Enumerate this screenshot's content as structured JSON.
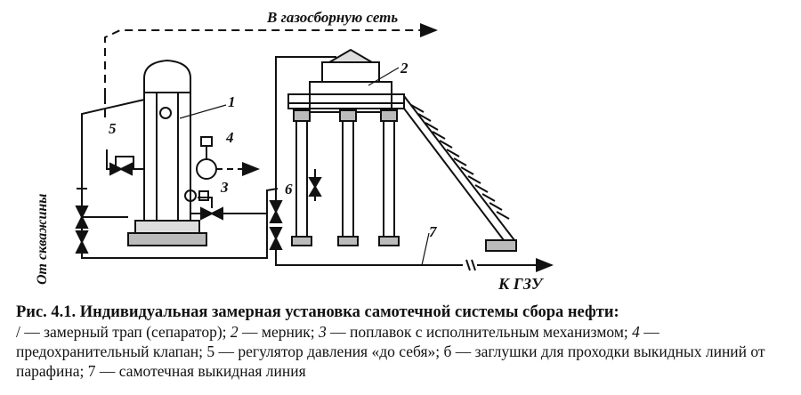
{
  "diagram": {
    "labels": {
      "gas_network": "В газосборную сеть",
      "from_well": "От скважины",
      "to_kgzu": "К ГЗУ",
      "n1": "1",
      "n2": "2",
      "n3": "3",
      "n4": "4",
      "n5": "5",
      "n6": "6",
      "n7": "7"
    }
  },
  "caption": {
    "title": "Рис. 4.1. Индивидуальная замерная установка самотечной системы сбора нефти:",
    "items": [
      {
        "num": "/",
        "italic": false,
        "text": " — замерный трап (сепаратор); "
      },
      {
        "num": "2",
        "italic": true,
        "text": " — мерник; "
      },
      {
        "num": "3",
        "italic": true,
        "text": " — поплавок с исполнительным механизмом; "
      },
      {
        "num": "4",
        "italic": true,
        "text": " — предохранительный клапан; "
      },
      {
        "num": "5",
        "italic": false,
        "text": " — регулятор давления «до себя»; "
      },
      {
        "num": "б",
        "italic": false,
        "text": " — заглушки для проходки выкидных линий от парафина; "
      },
      {
        "num": "7",
        "italic": false,
        "text": " — самотечная выкидная линия"
      }
    ]
  }
}
